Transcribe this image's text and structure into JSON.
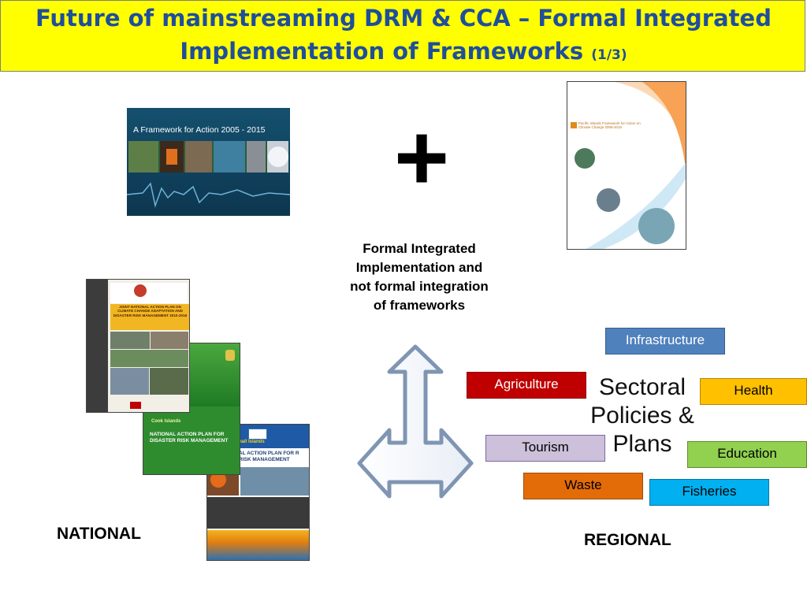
{
  "title": {
    "line1": "Future of mainstreaming DRM & CCA – Formal Integrated",
    "line2": "Implementation of Frameworks",
    "page_indicator": "(1/3)"
  },
  "plus_symbol": "+",
  "center_caption": [
    "Formal Integrated",
    "Implementation and",
    "not formal integration",
    "of frameworks"
  ],
  "sectoral": [
    "Sectoral",
    "Policies &",
    "Plans"
  ],
  "labels": {
    "national": "NATIONAL",
    "regional": "REGIONAL"
  },
  "sectors": {
    "infrastructure": "Infrastructure",
    "agriculture": "Agriculture",
    "health": "Health",
    "tourism": "Tourism",
    "education": "Education",
    "waste": "Waste",
    "fisheries": "Fisheries"
  },
  "images": {
    "framework_cover": "A Framework for Action 2005 - 2015",
    "climate_cover": "Pacific Islands Framework for Action on Climate Change 2006-2015",
    "tonga_cover": "JOINT NATIONAL ACTION PLAN ON CLIMATE CHANGE ADAPTATION AND DISASTER RISK MANAGEMENT 2010-2015",
    "cook_cover_top": "Cook Islands",
    "cook_cover": "NATIONAL ACTION PLAN FOR DISASTER RISK MANAGEMENT",
    "marshall_cover_top": "of the Marshall Islands",
    "marshall_cover": "AL ACTION PLAN FOR R RISK MANAGEMENT"
  },
  "colors": {
    "title_bg": "#ffff00",
    "title_text": "#1f4e9c",
    "infrastructure": "#4f81bd",
    "agriculture": "#c00000",
    "health": "#ffc000",
    "tourism": "#ccc0da",
    "education": "#92d050",
    "waste": "#e36c09",
    "fisheries": "#00b0f0"
  }
}
